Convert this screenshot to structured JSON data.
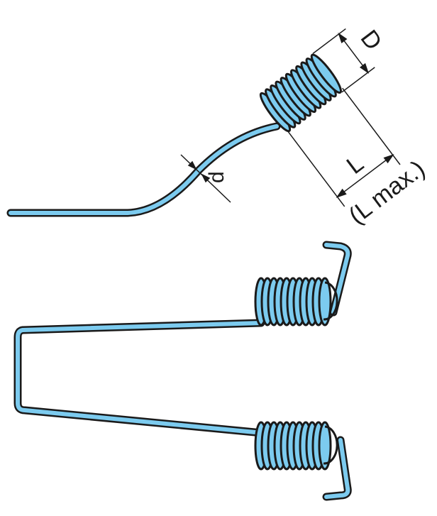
{
  "labels": {
    "coil_diameter": "D",
    "coil_length": "L",
    "coil_length_max": "(L  max.)",
    "wire_diameter": "d"
  },
  "colors": {
    "wire_fill": "#7ccbef",
    "outline": "#1a1a1a"
  }
}
